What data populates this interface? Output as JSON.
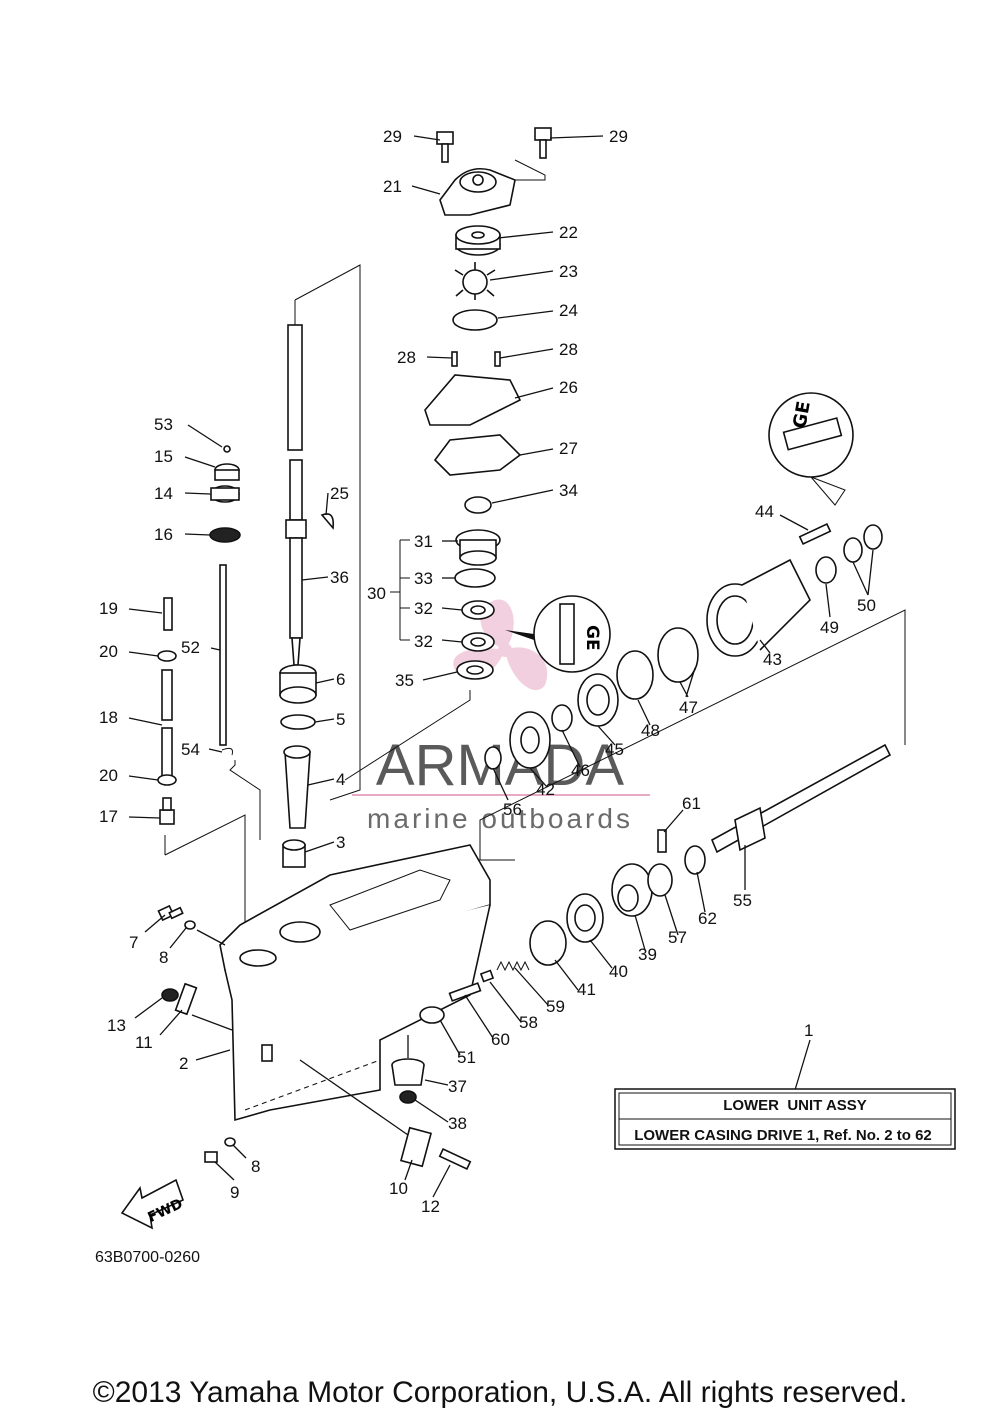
{
  "diagram_code": "63B0700-0260",
  "copyright": "©2013 Yamaha Motor Corporation, U.S.A. All rights reserved.",
  "watermark": {
    "brand": "ARMADA",
    "tagline": "marine outboards",
    "accent_color": "#e8a9c4"
  },
  "assembly_box": {
    "ref_number": "1",
    "title": "LOWER  UNIT ASSY",
    "subtitle": "LOWER CASING DRIVE 1, Ref. No. 2 to 62"
  },
  "fwd_label": "FWD",
  "callouts": {
    "p2": "2",
    "p3": "3",
    "p4": "4",
    "p5": "5",
    "p6": "6",
    "p7": "7",
    "p8a": "8",
    "p8b": "8",
    "p9": "9",
    "p10": "10",
    "p11": "11",
    "p12": "12",
    "p13": "13",
    "p14": "14",
    "p15": "15",
    "p16": "16",
    "p17": "17",
    "p18": "18",
    "p19": "19",
    "p20a": "20",
    "p20b": "20",
    "p21": "21",
    "p22": "22",
    "p23": "23",
    "p24": "24",
    "p25": "25",
    "p26": "26",
    "p27": "27",
    "p28a": "28",
    "p28b": "28",
    "p29a": "29",
    "p29b": "29",
    "p30": "30",
    "p31": "31",
    "p32a": "32",
    "p32b": "32",
    "p33": "33",
    "p34": "34",
    "p35": "35",
    "p36": "36",
    "p37": "37",
    "p38": "38",
    "p39": "39",
    "p40": "40",
    "p41": "41",
    "p42": "42",
    "p43": "43",
    "p44": "44",
    "p45": "45",
    "p46": "46",
    "p47": "47",
    "p48": "48",
    "p49": "49",
    "p50": "50",
    "p51": "51",
    "p52": "52",
    "p53": "53",
    "p54": "54",
    "p55": "55",
    "p56": "56",
    "p57": "57",
    "p58": "58",
    "p59": "59",
    "p60": "60",
    "p61": "61",
    "p62": "62"
  }
}
